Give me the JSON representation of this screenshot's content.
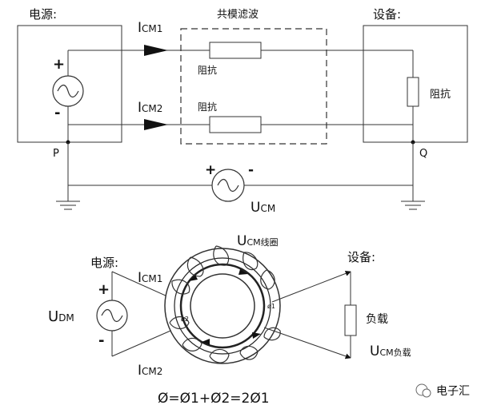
{
  "top": {
    "source_label": "电源:",
    "device_label": "设备:",
    "filter_label": "共模滤波",
    "impedance_top": "阻抗",
    "impedance_bottom": "阻抗",
    "impedance_right": "阻抗",
    "icm1_main": "I",
    "icm1_sub": "CM1",
    "icm2_main": "I",
    "icm2_sub": "CM2",
    "plus": "+",
    "minus": "-",
    "node_p": "P",
    "node_q": "Q",
    "ucm_main": "U",
    "ucm_sub": "CM",
    "ucm_plus": "+",
    "ucm_minus": "-"
  },
  "bottom": {
    "source_label": "电源:",
    "device_label": "设备:",
    "udm_main": "U",
    "udm_sub": "DM",
    "plus": "+",
    "minus": "-",
    "icm1_main": "I",
    "icm1_sub": "CM1",
    "icm2_main": "I",
    "icm2_sub": "CM2",
    "coil_main": "U",
    "coil_sub": "CM线圈",
    "load_label": "负载",
    "load_ucm_main": "U",
    "load_ucm_sub": "CM负载",
    "phi1": "ø1",
    "phi2": "ø2",
    "equation": "Ø=Ø1+Ø2=2Ø1"
  },
  "watermark": {
    "text": "电子汇"
  }
}
